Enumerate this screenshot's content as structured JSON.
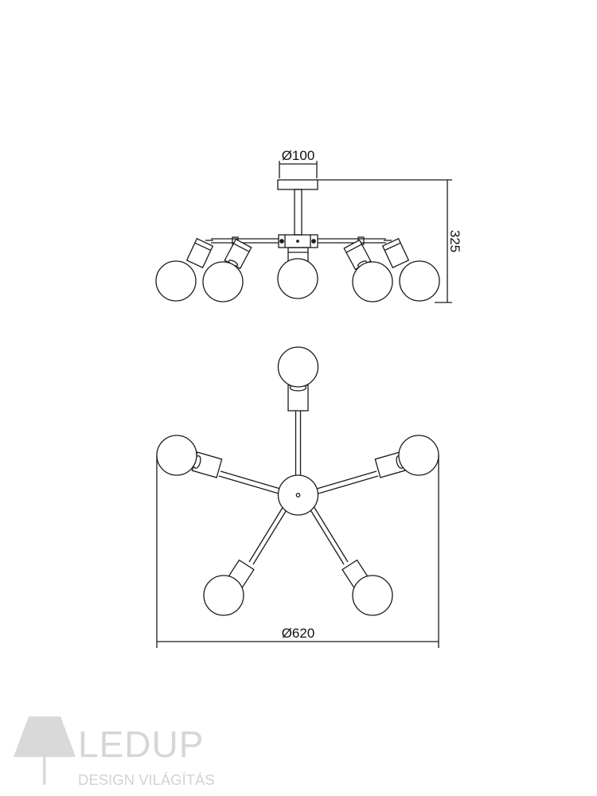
{
  "side_view": {
    "diameter_label": "Ø100",
    "height_label": "325"
  },
  "top_view": {
    "diameter_label": "Ø620"
  },
  "logo": {
    "brand": "LEDUP",
    "tagline": "DESIGN VILÁGÍTÁS"
  },
  "colors": {
    "line": "#1a1a1a",
    "logo_gray": "#d6d6d6"
  }
}
